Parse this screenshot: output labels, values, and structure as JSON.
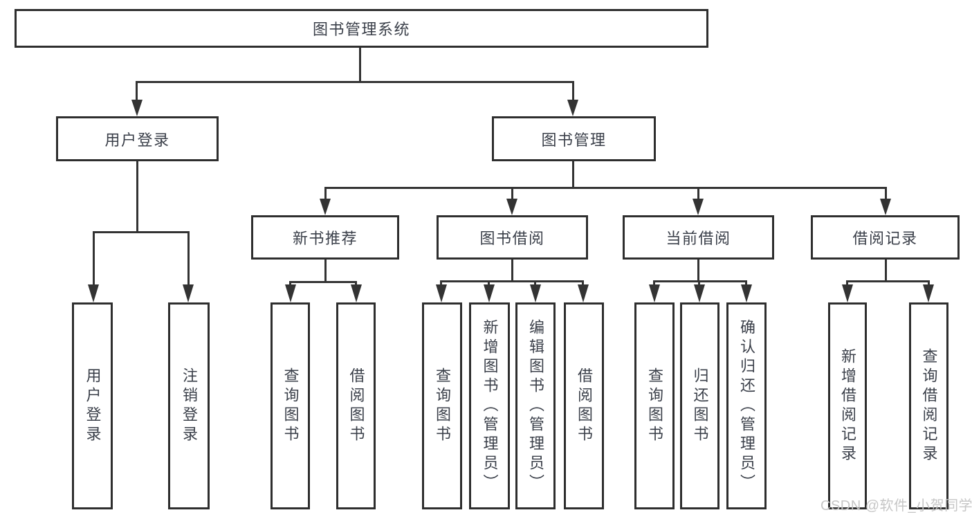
{
  "colors": {
    "line": "#333333",
    "box_border": "#2e2e2e",
    "text": "#3a3f49",
    "watermark": "#c6c6c6",
    "background": "#ffffff"
  },
  "watermark": "CSDN @软件_小贺同学",
  "diagram": {
    "type": "function-structure-tree",
    "root": "图书管理系统",
    "level2": {
      "user_login": "用户登录",
      "book_management": "图书管理"
    },
    "level3": {
      "new_book_recommend": "新书推荐",
      "book_borrowing": "图书借阅",
      "current_borrowing": "当前借阅",
      "borrowing_records": "借阅记录"
    },
    "leaves": {
      "user_login": "用户登录",
      "logout": "注销登录",
      "recommend_query_books": "查询图书",
      "recommend_borrow_books": "借阅图书",
      "borrowing_query_books": "查询图书",
      "borrowing_add_books_admin": "新增图书（管理员）",
      "borrowing_edit_books_admin": "编辑图书（管理员）",
      "borrowing_borrow_books": "借阅图书",
      "current_query_books": "查询图书",
      "current_return_books": "归还图书",
      "current_confirm_return_admin": "确认归还（管理员）",
      "records_add_record": "新增借阅记录",
      "records_query_record": "查询借阅记录"
    }
  }
}
